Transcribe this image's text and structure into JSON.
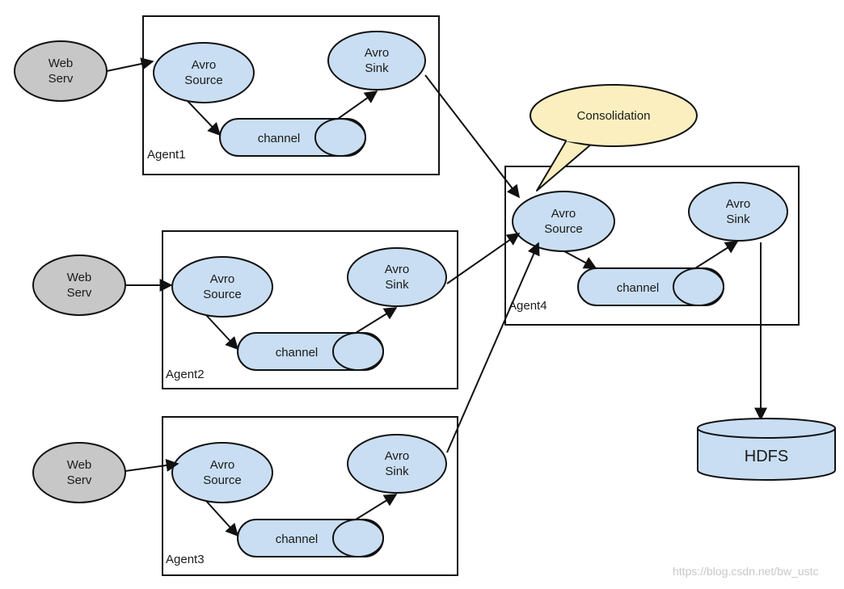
{
  "colors": {
    "node_fill": "#c9def2",
    "web_fill": "#c7c7c7",
    "bubble_fill": "#fbefc0",
    "stroke": "#111111"
  },
  "web_label": [
    "Web",
    "Serv"
  ],
  "source_label": [
    "Avro",
    "Source"
  ],
  "sink_label": [
    "Avro",
    "Sink"
  ],
  "channel_label": "channel",
  "agents": [
    {
      "name": "Agent1"
    },
    {
      "name": "Agent2"
    },
    {
      "name": "Agent3"
    },
    {
      "name": "Agent4"
    }
  ],
  "callout": "Consolidation",
  "storage": "HDFS",
  "watermark": "https://blog.csdn.net/bw_ustc"
}
